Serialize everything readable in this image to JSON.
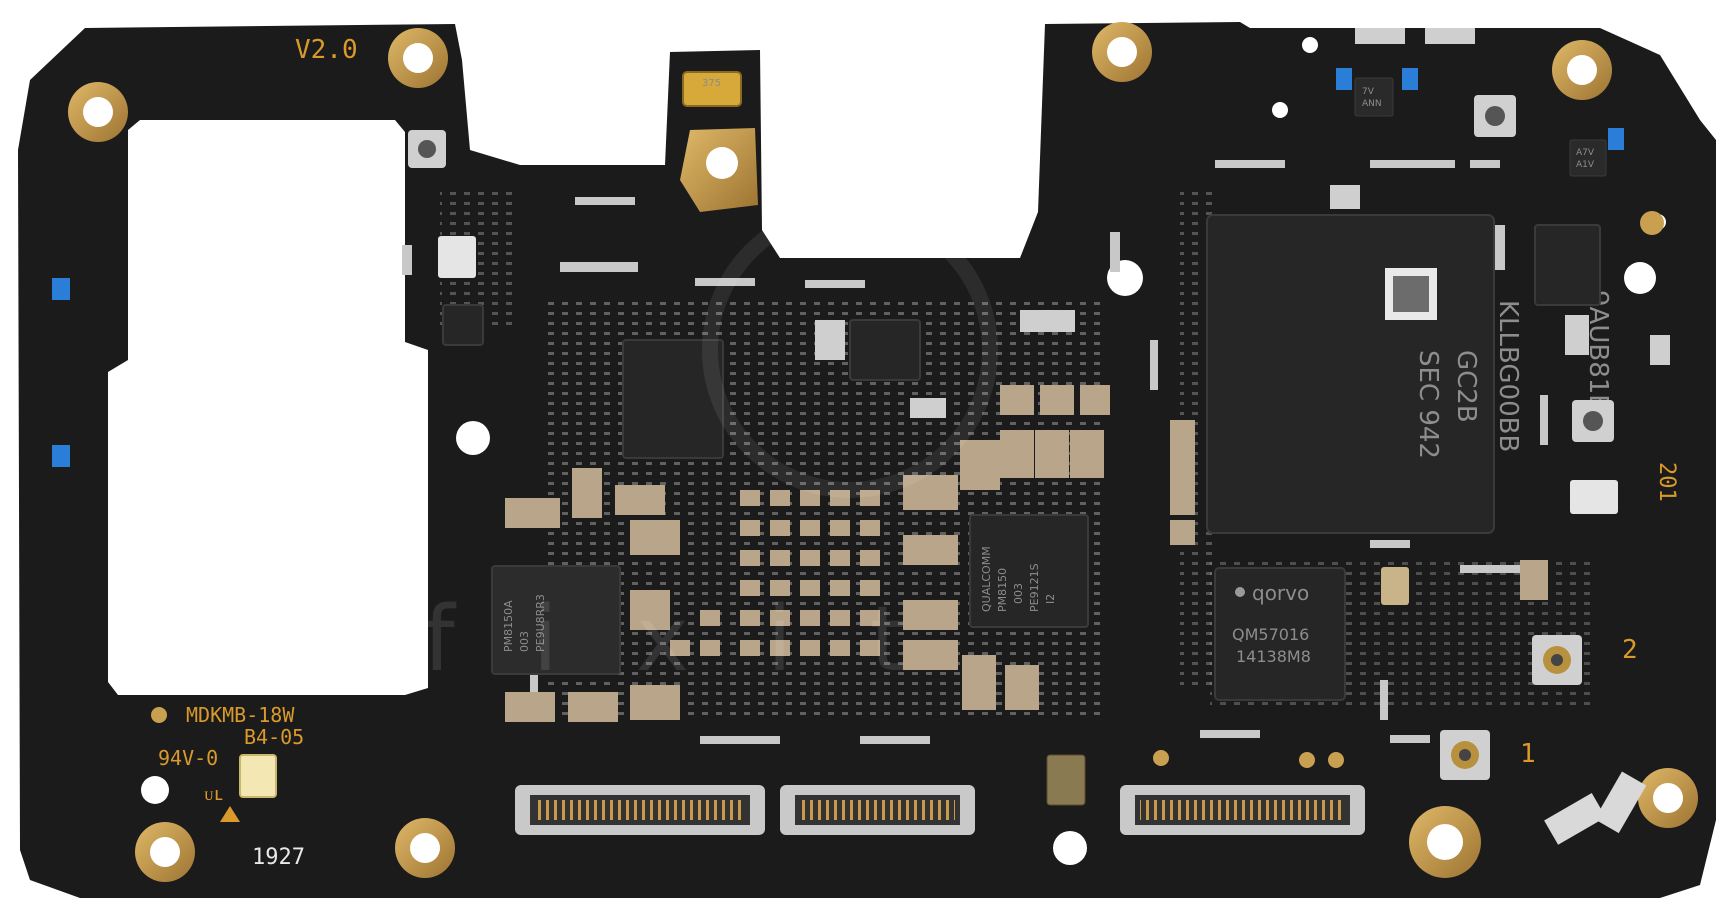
{
  "board": {
    "colors": {
      "pcb": "#1a1a1a",
      "silkscreen": "#d99a2b",
      "chip": "#2a2a2a",
      "gold": "#c89a4a",
      "tin": "#c8c8c8",
      "background": "#ffffff"
    },
    "silkscreen": {
      "version": "V2.0",
      "model": "MDKMB-18W",
      "rev": "B4-05",
      "rating": "94V-0",
      "date": "1927",
      "side": "201",
      "ant_1": "1",
      "ant_2": "2"
    },
    "chips": {
      "memory": {
        "line1": "SEC 942",
        "line2": "GC2B",
        "line3": "KLLBG00BB",
        "line4": "9AUB81E"
      },
      "pmic": {
        "line1": "QUALCOMM",
        "line2": "PM8150",
        "line3": "003",
        "line4": "PE9121S",
        "line5": "I2"
      },
      "rf": {
        "brand": "qorvo",
        "line1": "QM57016",
        "line2": "14138M8"
      },
      "pmic2": {
        "line1": "PM8150A",
        "line2": "003",
        "line3": "PE9U8RR3"
      },
      "small_top": {
        "line1": "7V",
        "line2": "ANN"
      },
      "small_right": {
        "line1": "A7V",
        "line2": "A1V"
      },
      "capacitor": {
        "line1": "375"
      }
    },
    "watermark": "ifixit"
  }
}
